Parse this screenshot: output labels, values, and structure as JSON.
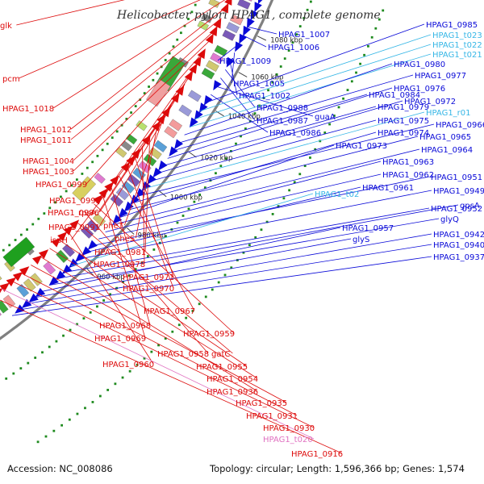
{
  "title": "Helicobacter pylori HPAG1, complete genome",
  "footer": {
    "accession": "Accession: NC_008086",
    "summary": "Topology: circular; Length: 1,596,366 bp; Genes: 1,574"
  },
  "colors": {
    "forward": "#0a0ad8",
    "reverse": "#dd0b0b",
    "trna": "#35b6e6",
    "misc": "#e070c0",
    "backbone": "#808080",
    "dots": "#1e8a1e"
  },
  "ticks": [
    "1080 kbp",
    "1060 kbp",
    "1040 kbp",
    "1020 kbp",
    "1000 kbp",
    "980 kbp",
    "960 kbp"
  ],
  "labels_right": [
    "HPAG1_1007",
    "HPAG1_1006",
    "HPAG1_1009",
    "HPAG1_1005",
    "HPAG1_1002",
    "HPAG1_0988",
    "HPAG1_0987",
    "guaA",
    "HPAG1_0986",
    "HPAG1_0985",
    "HPAG1_t023",
    "HPAG1_t022",
    "HPAG1_t021",
    "HPAG1_0980",
    "HPAG1_0977",
    "HPAG1_0984",
    "HPAG1_0976",
    "HPAG1_0979",
    "HPAG1_0972",
    "HPAG1_0975",
    "HPAG1_r01",
    "HPAG1_0966",
    "HPAG1_0974",
    "HPAG1_0965",
    "HPAG1_0973",
    "HPAG1_0964",
    "HPAG1_0963",
    "HPAG1_0962",
    "HPAG1_0951",
    "HPAG1_0961",
    "HPAG1_0949",
    "HPAG1_t02",
    "HPAG1_0952",
    "gpsA",
    "glyQ",
    "HPAG1_0957",
    "glyS",
    "HPAG1_0942",
    "HPAG1_0940",
    "HPAG1_0937"
  ],
  "labels_left": [
    "glk",
    "pcm",
    "HPAG1_1018",
    "HPAG1_1012",
    "HPAG1_1011",
    "HPAG1_1004",
    "HPAG1_1003",
    "HPAG1_0999",
    "HPAG1_0995",
    "HPAG1_0996",
    "rpsA",
    "HPAG1_0991",
    "ispH",
    "pheT",
    "pheS",
    "HPAG1_0981",
    "HPAG1_0978",
    "HPAG1_0971",
    "HPAG1_0970",
    "HPAG1_0967",
    "HPAG1_0968",
    "HPAG1_0969",
    "HPAG1_0959",
    "HPAG1_0958",
    "gatC",
    "HPAG1_0960",
    "HPAG1_0955",
    "HPAG1_0954",
    "HPAG1_0936",
    "HPAG1_0935",
    "HPAG1_0931",
    "HPAG1_0930",
    "HPAG1_t020",
    "HPAG1_0916"
  ]
}
